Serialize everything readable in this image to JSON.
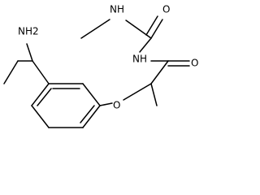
{
  "atom_labels": {
    "amine": "NH2",
    "urea_nh": "NH",
    "amide_nh": "NH",
    "urea_oxygen": "O",
    "amide_oxygen": "O",
    "ether_oxygen": "O"
  }
}
